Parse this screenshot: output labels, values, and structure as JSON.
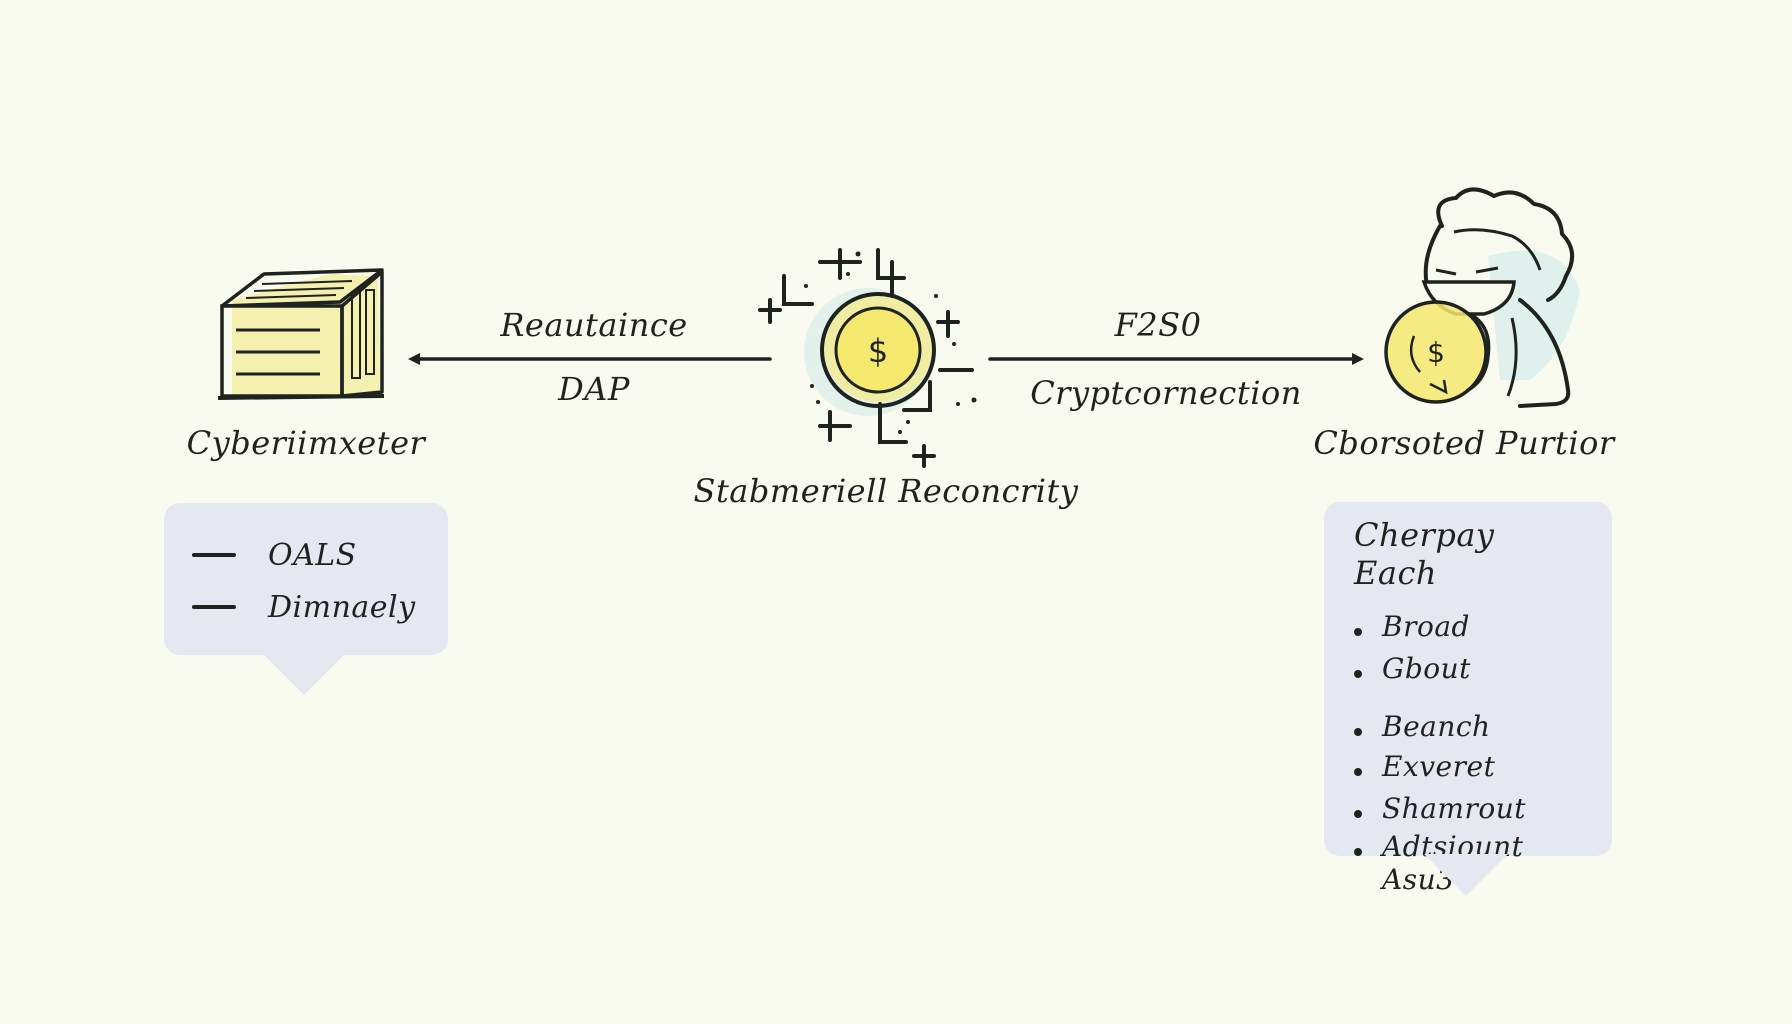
{
  "nodes": {
    "left": {
      "label": "Cyberiimxeter"
    },
    "center": {
      "label": "Stabmeriell Reconcrity",
      "icon_symbol": "$"
    },
    "right": {
      "label": "Cborsoted Purtior",
      "icon_symbol": "$"
    }
  },
  "edges": {
    "left": {
      "label_top": "Reautaince",
      "label_bottom": "DAP"
    },
    "right": {
      "label_top": "F2S0",
      "label_bottom": "Cryptcornection"
    }
  },
  "left_note": {
    "items": [
      "OALS",
      "Dimnaely"
    ]
  },
  "right_note": {
    "title": "Cherpay Each",
    "items": [
      "Broad",
      "Gbout",
      "Beanch",
      "Exveret",
      "Shamrout",
      "Adtsiount Asu3"
    ]
  },
  "colors": {
    "background": "#fafbf0",
    "ink": "#1f2320",
    "highlight_yellow": "#f1ec9b",
    "highlight_blue": "#cfe9e9",
    "note_fill": "#e6e8f1"
  },
  "icons": {
    "left": "server-cabinet-icon",
    "center": "coin-network-icon",
    "right": "person-holding-coin-icon"
  }
}
